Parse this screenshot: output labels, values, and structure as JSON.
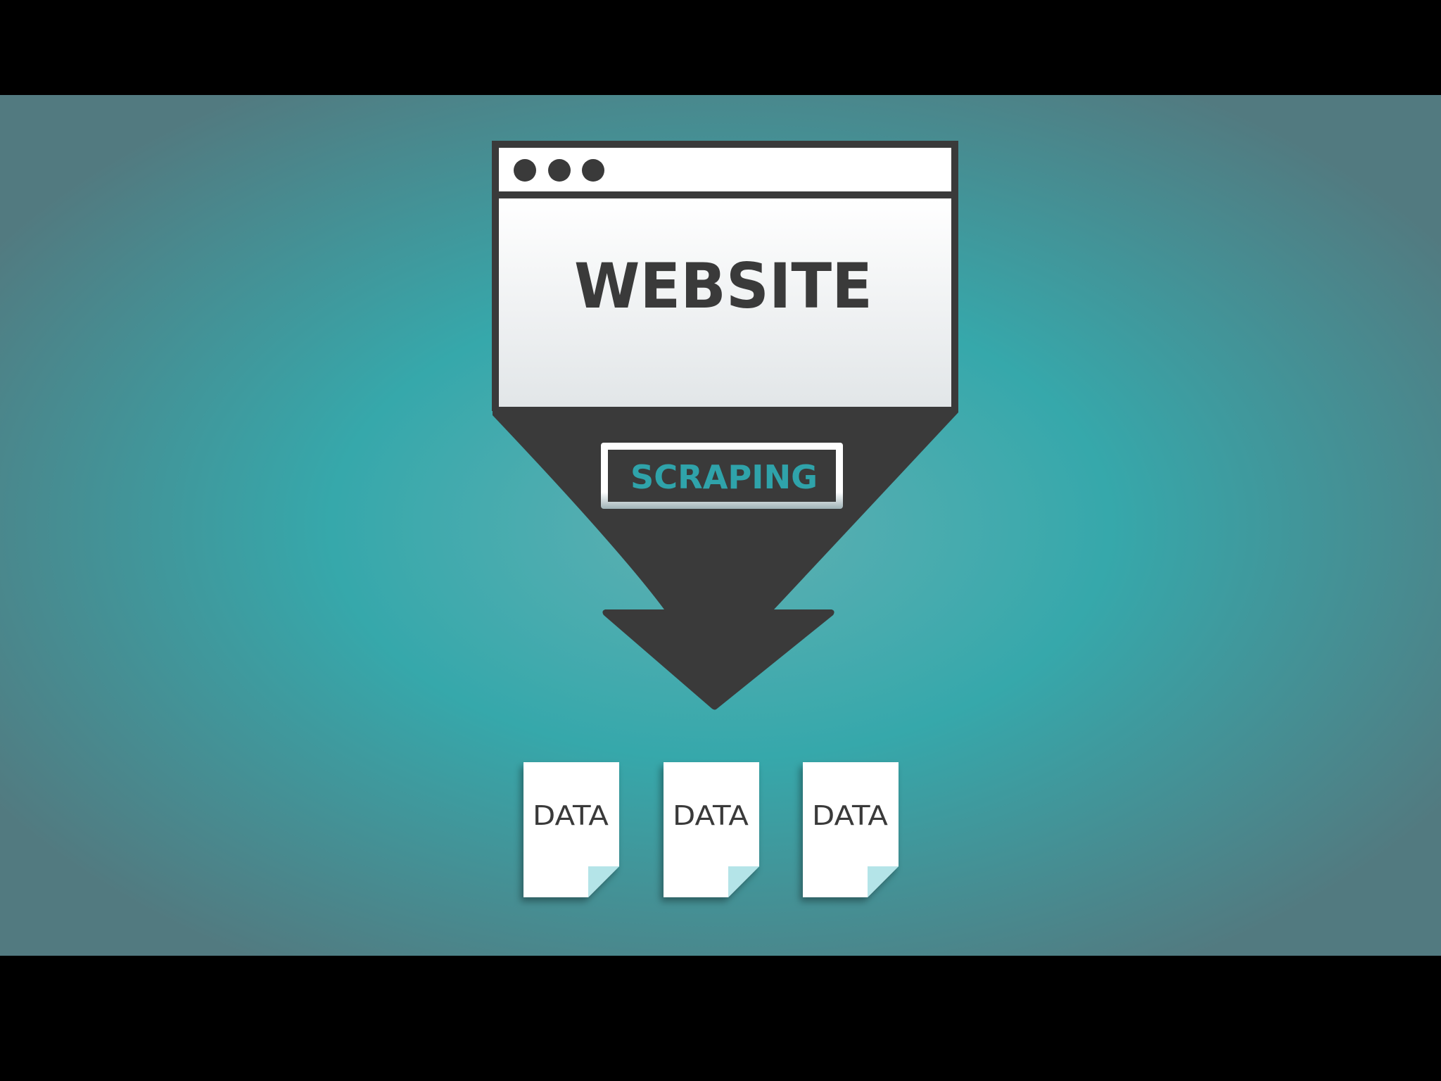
{
  "diagram": {
    "source": {
      "label": "WEBSITE",
      "window_controls": [
        "dot",
        "dot",
        "dot"
      ]
    },
    "process": {
      "label": "SCRAPING"
    },
    "outputs": [
      {
        "label": "DATA"
      },
      {
        "label": "DATA"
      },
      {
        "label": "DATA"
      }
    ]
  },
  "colors": {
    "letterbox": "#000000",
    "background_center": "#5aacb0",
    "background_mid": "#36a8ab",
    "background_edge": "#527a80",
    "dark": "#3a3a3a",
    "accent": "#2fa3aa",
    "document": "#ffffff",
    "document_fold": "#b4e4e8"
  },
  "icons": [
    "browser-window-icon",
    "down-arrow-icon",
    "document-icon"
  ]
}
